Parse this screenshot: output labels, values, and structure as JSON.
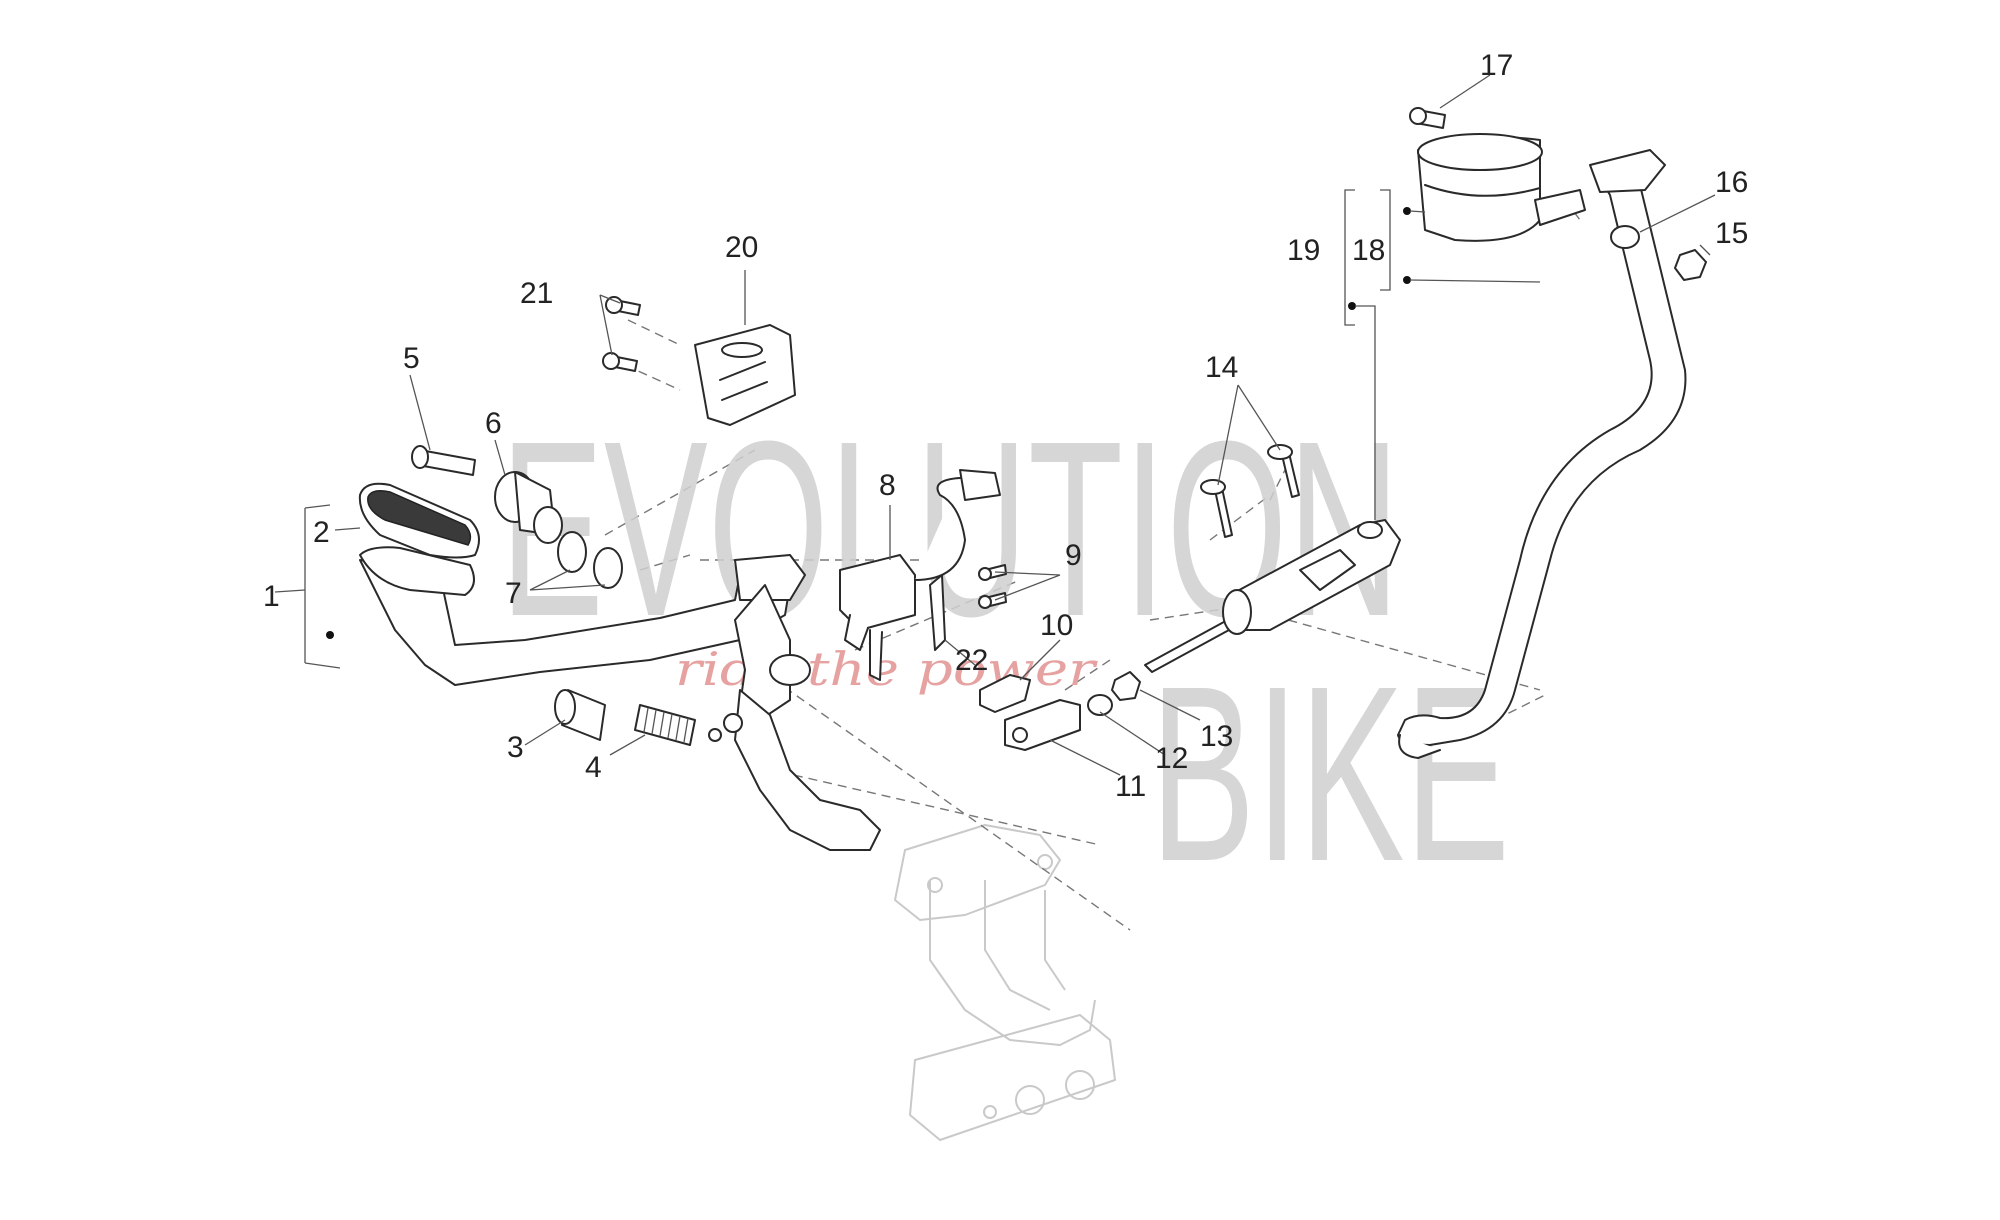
{
  "diagram": {
    "callouts": [
      "1",
      "2",
      "3",
      "4",
      "5",
      "6",
      "7",
      "8",
      "9",
      "10",
      "11",
      "12",
      "13",
      "14",
      "15",
      "16",
      "17",
      "18",
      "19",
      "20",
      "21",
      "22"
    ],
    "watermark": {
      "line1": "EVOLUTION",
      "line2": "BIKE",
      "slogan": "ride the power",
      "color": "#d0d0d0",
      "slogan_color": "#e08a8a"
    }
  }
}
